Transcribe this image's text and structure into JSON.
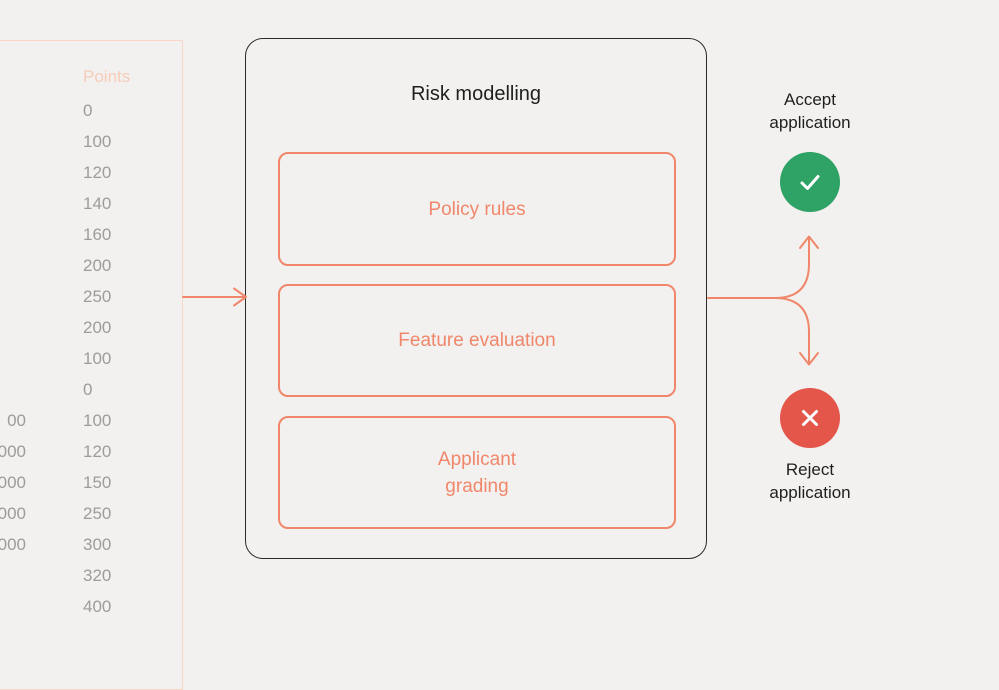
{
  "colors": {
    "background": "#F2F1EF",
    "accent_salmon": "#F0876B",
    "table_border": "#F8D5C4",
    "table_header_text": "#F6CCB8",
    "table_value_text": "#9C9C9A",
    "risk_box_border": "#2B2B2B",
    "text_dark": "#1F1F1E",
    "accept_green": "#2FA266",
    "reject_red": "#E4554A"
  },
  "table": {
    "header": "Points",
    "points": [
      "0",
      "100",
      "120",
      "140",
      "160",
      "200",
      "250",
      "200",
      "100",
      "0",
      "100",
      "120",
      "150",
      "250",
      "300",
      "320",
      "400"
    ],
    "amount_fragments": [
      "",
      "",
      "",
      "",
      "",
      "",
      "",
      "",
      "",
      "",
      "00",
      "000",
      "000",
      "000",
      "000",
      "",
      ""
    ]
  },
  "risk_box": {
    "title": "Risk modelling",
    "modules": [
      {
        "label": "Policy rules"
      },
      {
        "label": "Feature evaluation"
      },
      {
        "label_line1": "Applicant",
        "label_line2": "grading"
      }
    ]
  },
  "outcomes": {
    "accept": {
      "line1": "Accept",
      "line2": "application",
      "icon": "check-icon",
      "color": "#2FA266"
    },
    "reject": {
      "line1": "Reject",
      "line2": "application",
      "icon": "x-icon",
      "color": "#E4554A"
    }
  }
}
